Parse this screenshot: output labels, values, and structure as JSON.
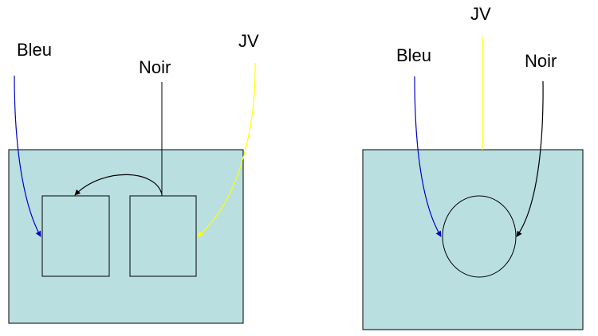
{
  "colors": {
    "panel_fill": "#b9dfe1",
    "outline": "#000000",
    "blue": "#0000c8",
    "yellow": "#ffff00",
    "black": "#000000",
    "background": "#ffffff"
  },
  "left_diagram": {
    "labels": {
      "bleu": "Bleu",
      "noir": "Noir",
      "jv": "JV"
    },
    "shapes": [
      "rectangle",
      "rectangle"
    ]
  },
  "right_diagram": {
    "labels": {
      "bleu": "Bleu",
      "noir": "Noir",
      "jv": "JV"
    },
    "shapes": [
      "circle"
    ]
  }
}
